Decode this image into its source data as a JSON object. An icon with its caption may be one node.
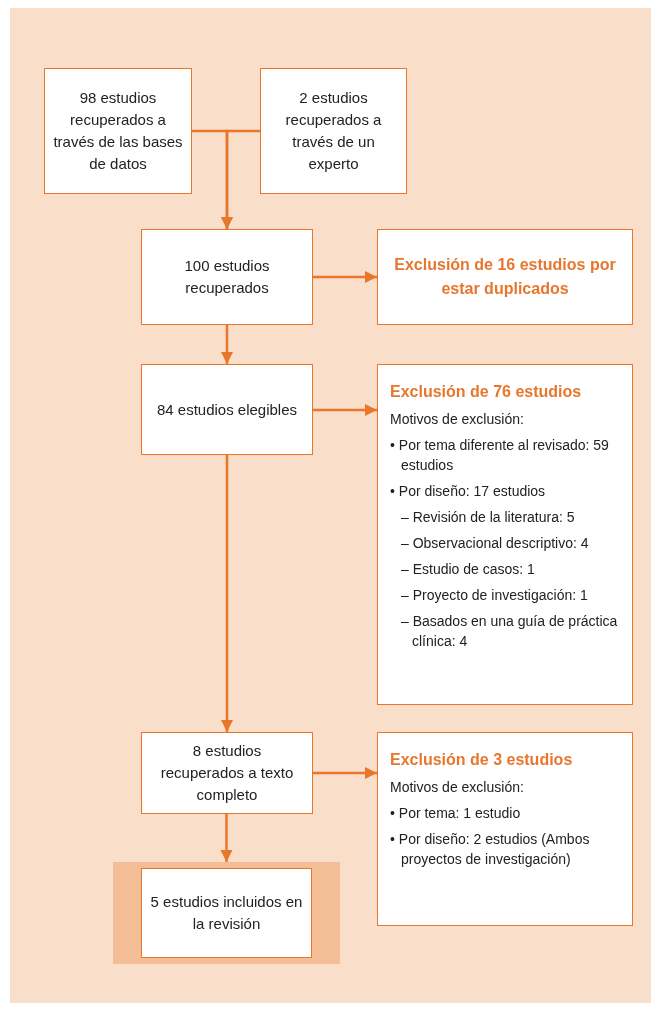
{
  "diagram": {
    "nodes": [
      {
        "text": [
          "98 estudios recuperados a través de las bases de datos"
        ]
      },
      {
        "text": [
          "2 estudios recuperados a través de un experto"
        ]
      },
      {
        "text": [
          "100 estudios recuperados"
        ]
      },
      {
        "text": [
          "Exclusión de 16 estudios por estar duplicados"
        ]
      },
      {
        "text": [
          "84 estudios elegibles"
        ]
      },
      {
        "text": [
          "Exclusión de 76 estudios",
          "Motivos de exclusión:",
          "• Por tema diferente al revisado: 59 estudios",
          "• Por diseño: 17 estudios",
          "– Revisión de la literatura: 5",
          "– Observacional descriptivo: 4",
          "– Estudio de casos: 1",
          "– Proyecto de investigación: 1",
          "– Basados en una guía de práctica clínica: 4"
        ]
      },
      {
        "text": [
          "8 estudios recuperados a texto completo"
        ]
      },
      {
        "text": [
          "Exclusión de 3 estudios",
          "Motivos de exclusión:",
          "• Por tema: 1 estudio",
          "• Por diseño: 2 estudios (Ambos proyectos de investigación)"
        ]
      },
      {
        "text": [],
        "shape": "box"
      },
      {
        "text": [
          "5 estudios incluidos en la revisión"
        ],
        "in": 8
      }
    ],
    "edges": [
      {
        "from": 0,
        "to": 2,
        "arrow": "to"
      },
      {
        "from": 1,
        "to": 2,
        "arrow": "to"
      },
      {
        "from": 2,
        "to": 3,
        "arrow": "to"
      },
      {
        "from": 2,
        "to": 4,
        "arrow": "to"
      },
      {
        "from": 4,
        "to": 5,
        "arrow": "to"
      },
      {
        "from": 4,
        "to": 6,
        "arrow": "to"
      },
      {
        "from": 6,
        "to": 7,
        "arrow": "to"
      },
      {
        "from": 6,
        "to": 8,
        "arrow": "to"
      }
    ]
  }
}
